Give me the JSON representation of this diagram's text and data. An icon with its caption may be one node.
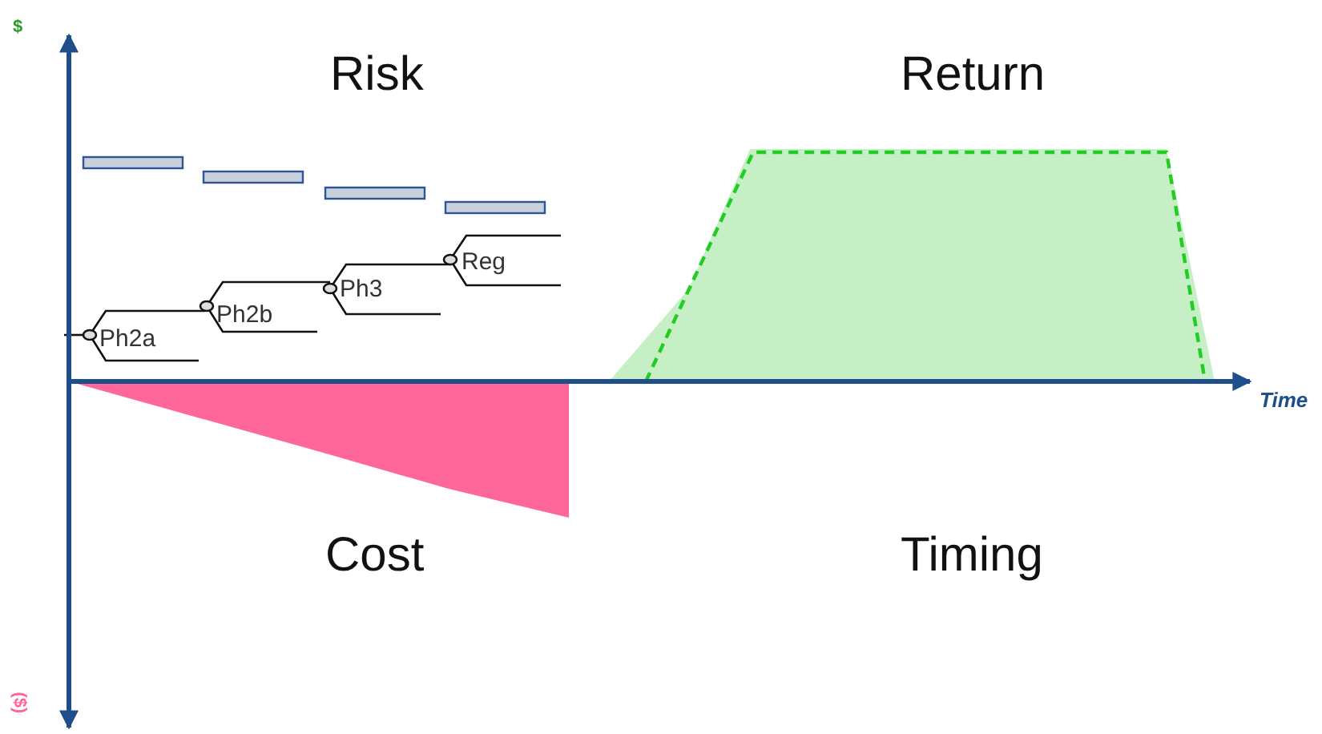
{
  "diagram": {
    "labels": [
      "$",
      "Risk",
      "Return",
      "Reg",
      "Ph3",
      "Ph2b",
      "Ph2a",
      "Time",
      "Cost",
      "Timing",
      "($)"
    ]
  }
}
